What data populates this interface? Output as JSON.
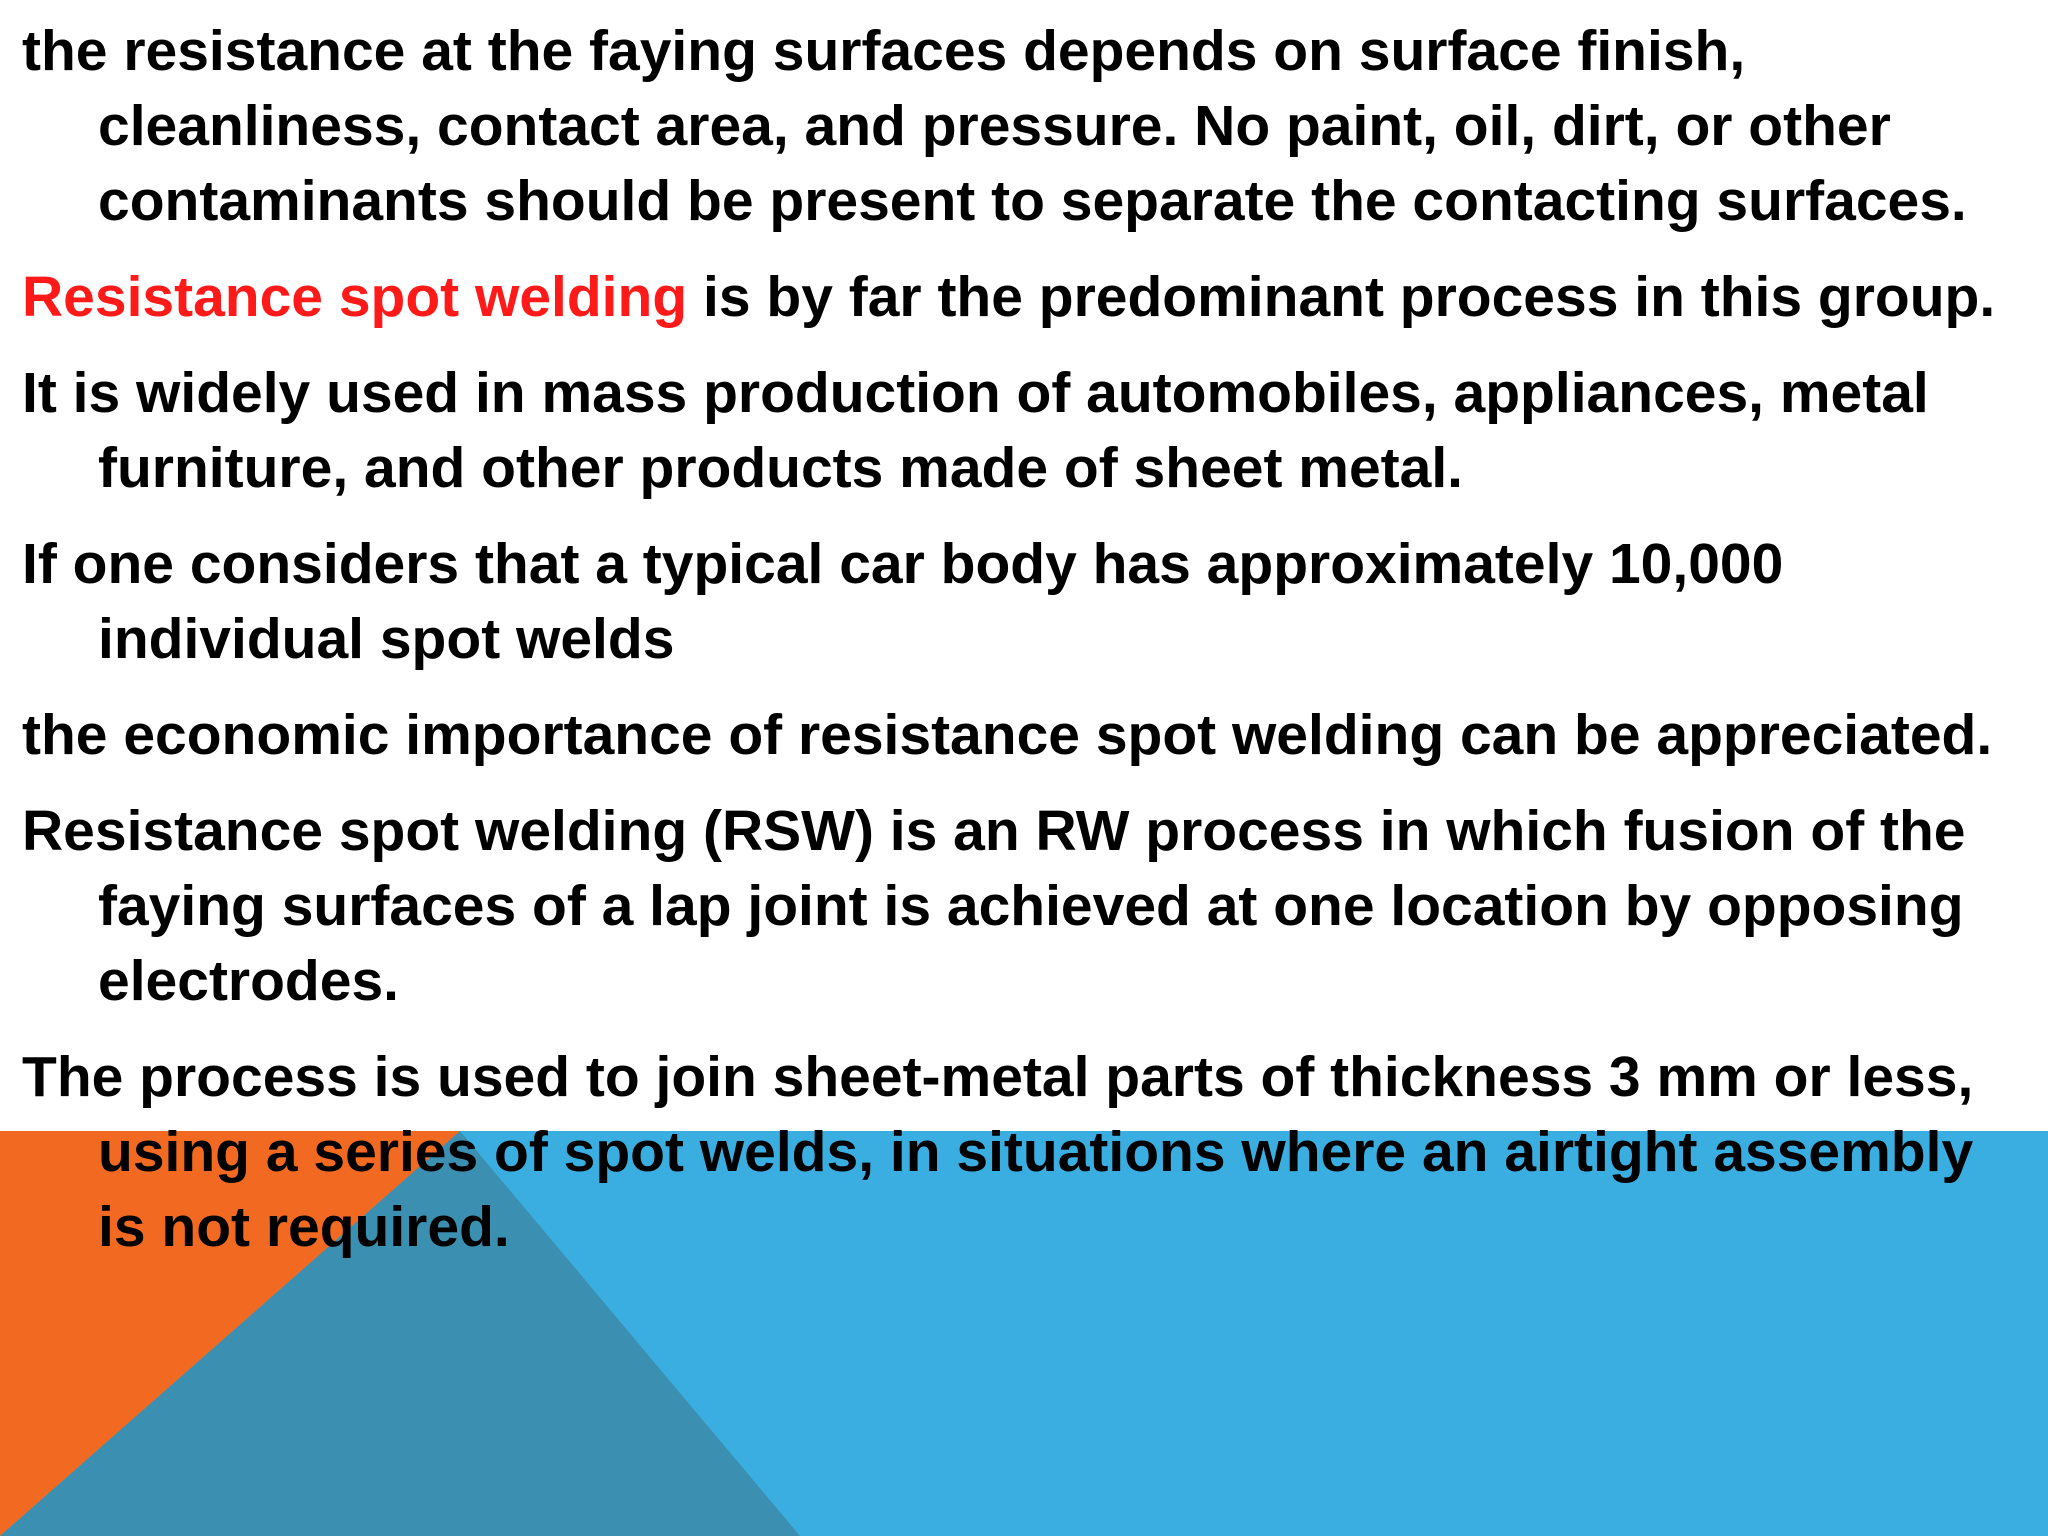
{
  "colors": {
    "text": "#000000",
    "highlight": "#ff1a1a",
    "band_blue": "#3aaee0",
    "band_orange": "#f26a21",
    "band_overlap": "#3b8fb0"
  },
  "paragraphs": [
    {
      "text": "the resistance at the faying surfaces depends on surface finish, cleanliness, contact area, and pressure. No paint, oil, dirt, or other contaminants should be present to separate the contacting surfaces."
    },
    {
      "highlight": "Resistance spot welding",
      "text": " is by far the predominant process in this group."
    },
    {
      "text": "It is widely used in mass production of automobiles, appliances, metal furniture, and other products made of sheet metal."
    },
    {
      "text": "If one considers that a typical car body has approximately 10,000 individual spot welds"
    },
    {
      "text": "the economic importance of resistance spot welding can be appreciated."
    },
    {
      "text": "Resistance spot welding (RSW) is an RW process in which fusion of the faying surfaces of a lap joint is achieved at one location by opposing electrodes."
    },
    {
      "text": "The process is used to join sheet-metal parts of thickness 3 mm or less, using a series of spot welds, in situations where an airtight assembly is not required."
    }
  ]
}
